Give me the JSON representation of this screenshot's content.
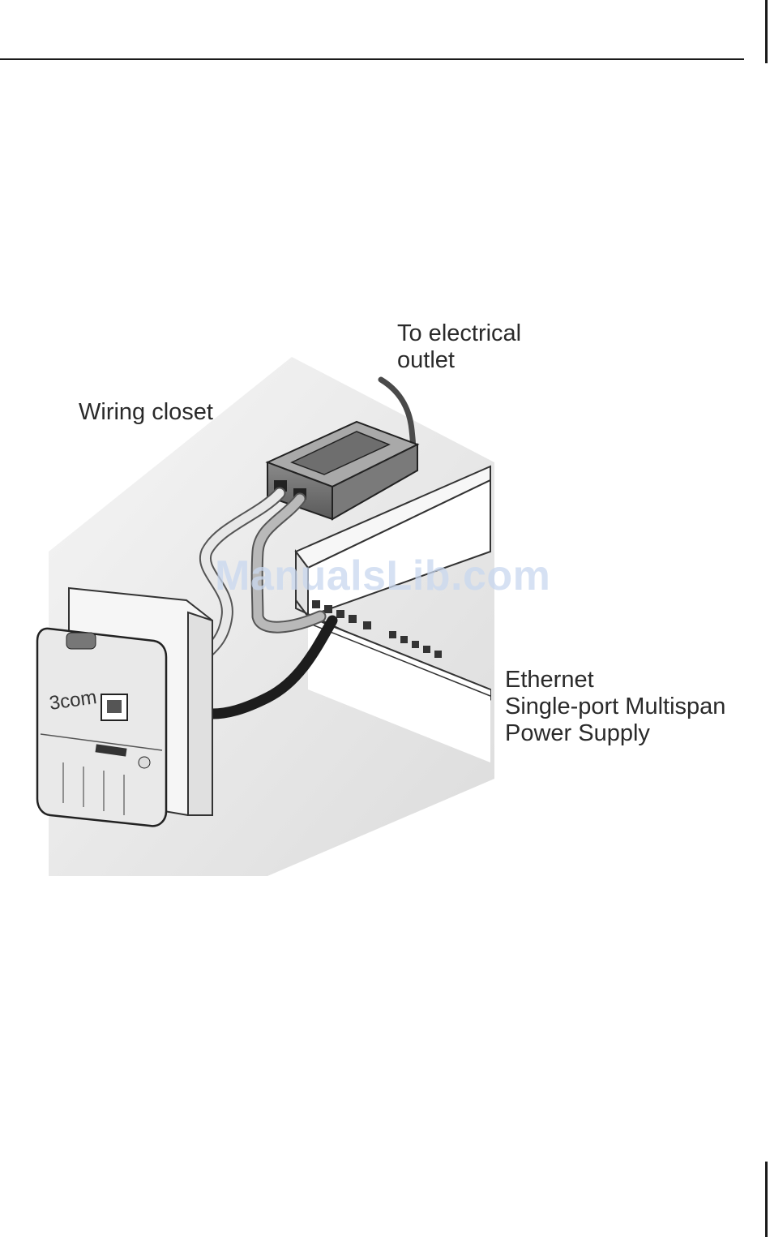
{
  "figure": {
    "labels": {
      "outlet_line1": "To electrical",
      "outlet_line2": "outlet",
      "closet": "Wiring closet",
      "power_line1": "Ethernet",
      "power_line2": "Single-port Multispan",
      "power_line3": "Power Supply"
    },
    "device_brand": "3com",
    "watermark": "ManualsLib.com"
  }
}
